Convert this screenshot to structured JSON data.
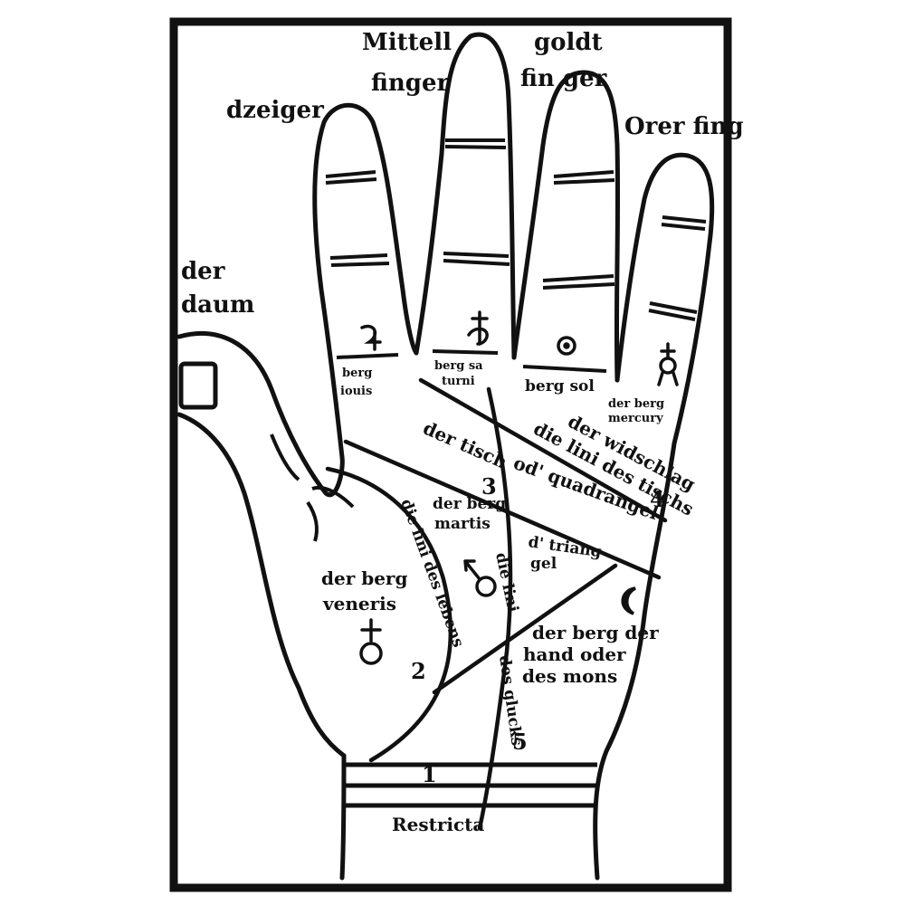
{
  "colors": {
    "ink": "#111111",
    "paper": "#ffffff"
  },
  "fingers": {
    "index": "dzeiger",
    "middle_1": "Mittell",
    "middle_2": "finger",
    "ring_1": "goldt",
    "ring_2": "fin ger",
    "little": "Orer fing",
    "thumb_1": "der",
    "thumb_2": "daum"
  },
  "mounts": {
    "jupiter_1": "berg",
    "jupiter_2": "iouis",
    "saturn_1": "berg sa",
    "saturn_2": "turni",
    "sol": "berg sol",
    "mercury_1": "der berg",
    "mercury_2": "mercury",
    "venus_1": "der berg",
    "venus_2": "veneris",
    "mars_1": "der berg",
    "mars_2": "martis",
    "moon_1": "der berg der",
    "moon_2": "hand oder",
    "moon_3": "des mons"
  },
  "lines": {
    "table": "der tisch",
    "stomach": "der widschlag",
    "table_line": "die lini des tischs",
    "quadrangle": "od' quadrangel",
    "triangle_1": "d' triang",
    "triangle_2": "gel",
    "life": "die lini des lebens",
    "fortune_1": "die lini",
    "fortune_2": "des glucks",
    "restricta": "Restricta"
  },
  "numbers": {
    "n1": "1",
    "n2": "2",
    "n3": "3",
    "n4": "4",
    "n5": "5"
  },
  "symbols": {
    "jupiter": "jupiter-symbol",
    "saturn": "saturn-symbol",
    "sun": "sun-symbol",
    "mercury": "mercury-symbol",
    "venus": "venus-symbol",
    "mars": "mars-symbol",
    "moon": "moon-symbol"
  }
}
